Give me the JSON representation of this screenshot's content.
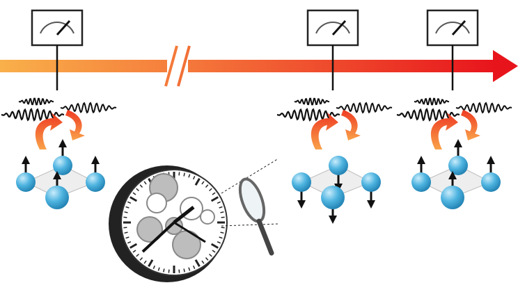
{
  "colors": {
    "timeline_start": "#f9b04a",
    "timeline_end": "#e8141c",
    "sphere": "#3fa9d8",
    "curved_arrow": "#f26a2e",
    "ink": "#111111",
    "clock_gear": "#9a9a9a"
  },
  "icons": {
    "meter": "gauge-icon",
    "clock": "clock-icon",
    "magnifier": "magnifying-glass-icon"
  },
  "stages": [
    {
      "spins": [
        "up",
        "up",
        "up",
        "up"
      ]
    },
    {
      "spins": [
        "down",
        "down",
        "down",
        "down"
      ]
    },
    {
      "spins": [
        "up",
        "up",
        "up",
        "up"
      ]
    }
  ]
}
